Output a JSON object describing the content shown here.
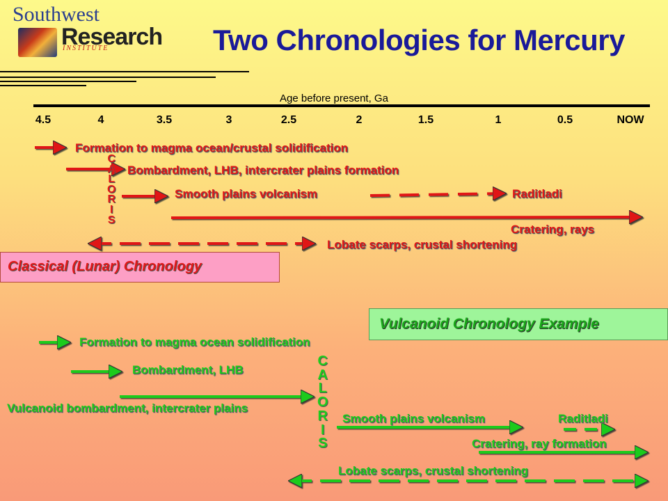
{
  "logo": {
    "southwest": "Southwest",
    "research": "Research",
    "institute": "INSTITUTE"
  },
  "title": "Two Chronologies for Mercury",
  "axis": {
    "title": "Age before present, Ga",
    "ticks": [
      "4.5",
      "4",
      "3.5",
      "3",
      "2.5",
      "2",
      "1.5",
      "1",
      "0.5",
      "NOW"
    ]
  },
  "classical": {
    "label": "Classical (Lunar) Chronology",
    "formation": "Formation to magma ocean/crustal solidification",
    "bombardment": "Bombardment, LHB, intercrater plains formation",
    "smooth_plains": "Smooth plains volcanism",
    "raditladi": "Raditladi",
    "cratering": "Cratering, rays",
    "lobate": "Lobate scarps, crustal shortening",
    "caloris": [
      "C",
      "A",
      "L",
      "O",
      "R",
      "I",
      "S"
    ]
  },
  "vulcanoid": {
    "label": "Vulcanoid Chronology Example",
    "formation": "Formation to magma ocean solidification",
    "bombardment": "Bombardment, LHB",
    "vulcanoid_bombardment": "Vulcanoid bombardment, intercrater plains",
    "smooth_plains": "Smooth plains volcanism",
    "raditladi": "Raditladi",
    "cratering": "Cratering, ray formation",
    "lobate": "Lobate scarps, crustal shortening",
    "caloris": [
      "C",
      "A",
      "L",
      "O",
      "R",
      "I",
      "S"
    ]
  },
  "colors": {
    "classical": "#e01818",
    "vulcanoid": "#1ecb1e",
    "title": "#1a1a99"
  }
}
